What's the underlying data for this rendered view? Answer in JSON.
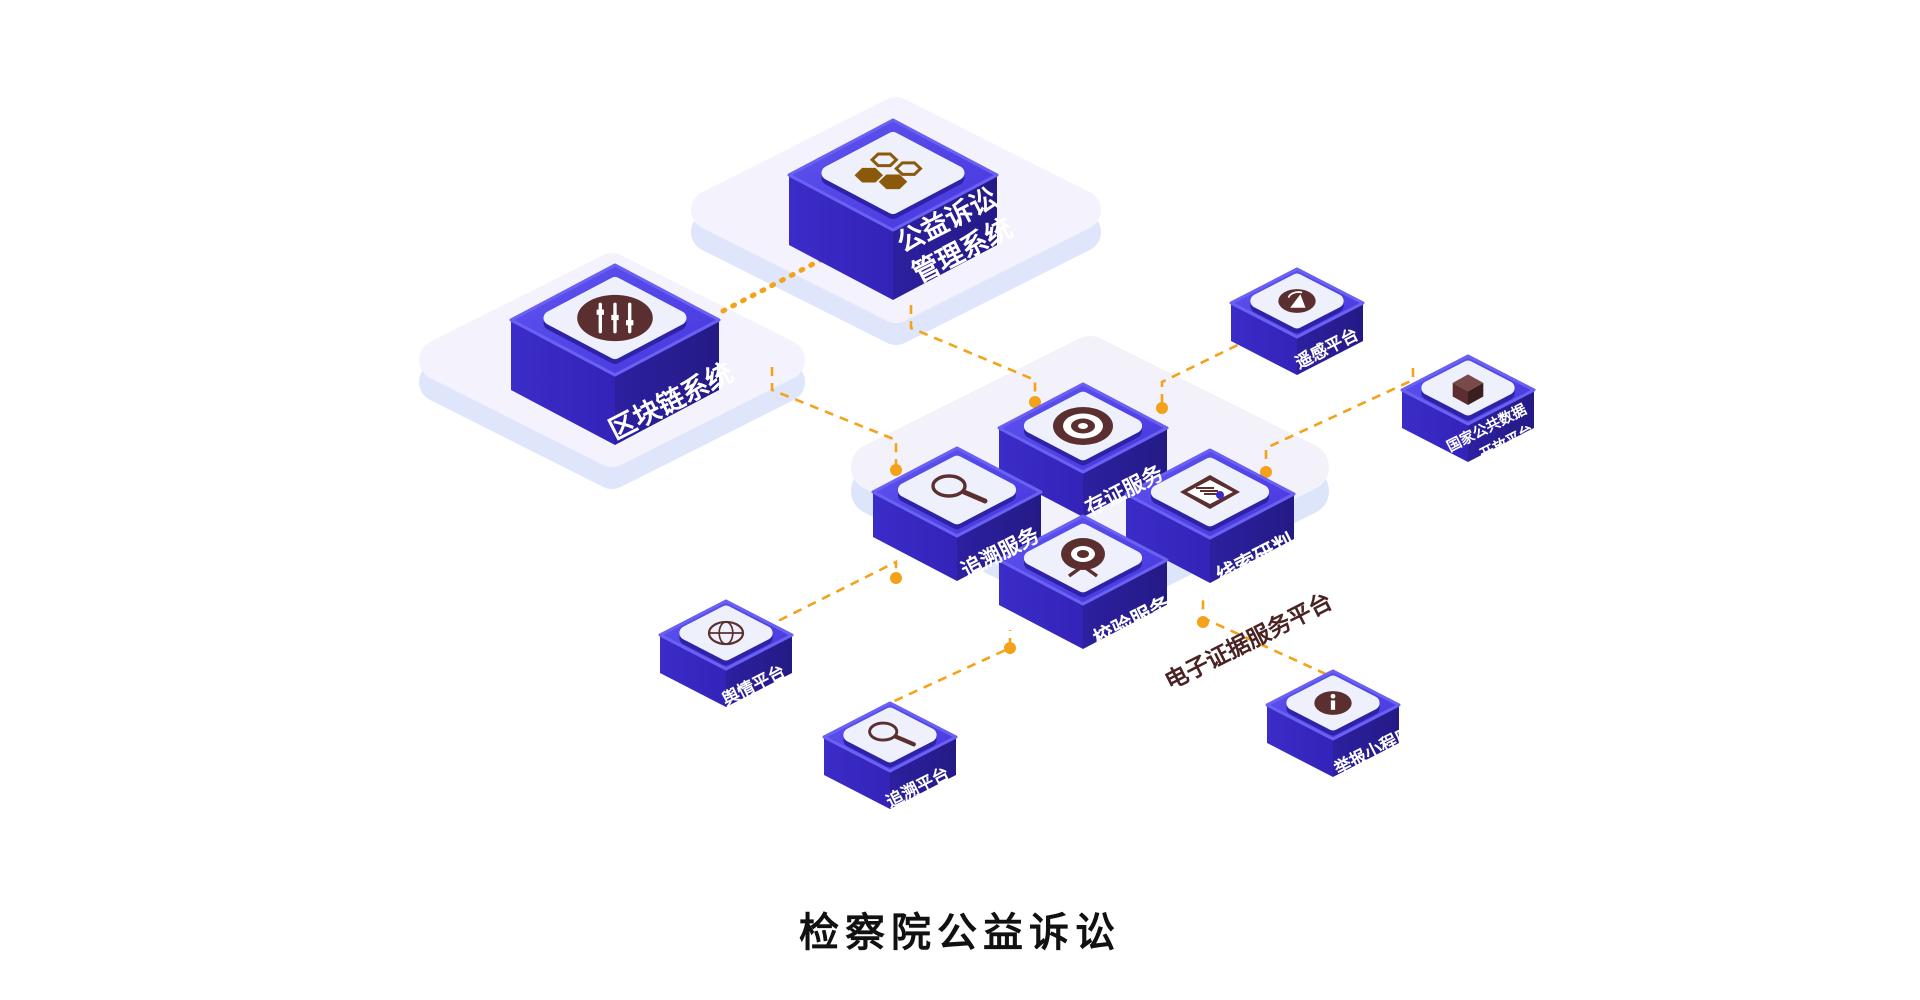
{
  "caption": "检察院公益诉讼",
  "colors": {
    "block_top": "#5548e8",
    "block_front": "#3a2ac9",
    "block_side": "#2a1e9e",
    "tile": "#eef0fb",
    "platform": "#f3f2fb",
    "platform_edge": "#dfe6fb",
    "connector": "#f3a21a",
    "icon": "#5b2f2f",
    "icon_gold": "#8a5a0a",
    "platform_label": "#4a2323"
  },
  "main_systems": {
    "management": {
      "label_line1": "公益诉讼",
      "label_line2": "管理系统",
      "icon": "hexagon-cluster-icon"
    },
    "blockchain": {
      "label": "区块链系统",
      "icon": "sliders-icon"
    }
  },
  "evidence_platform": {
    "label": "电子证据服务平台",
    "services": {
      "storage": {
        "label": "存证服务",
        "icon": "target-icon"
      },
      "trace": {
        "label": "追溯服务",
        "icon": "magnifier-icon"
      },
      "clue": {
        "label": "线索研判",
        "icon": "document-icon"
      },
      "verify": {
        "label": "校验服务",
        "icon": "webcam-icon"
      }
    }
  },
  "external_platforms": {
    "remote": {
      "label": "遥感平台",
      "icon": "satellite-icon"
    },
    "opendata": {
      "label_line1": "国家公共数据",
      "label_line2": "开放平台",
      "icon": "cube-icon"
    },
    "opinion": {
      "label": "舆情平台",
      "icon": "globe-icon"
    },
    "tracing": {
      "label": "追溯平台",
      "icon": "magnifier-icon"
    },
    "report": {
      "label": "举报小程序",
      "icon": "info-icon"
    }
  }
}
